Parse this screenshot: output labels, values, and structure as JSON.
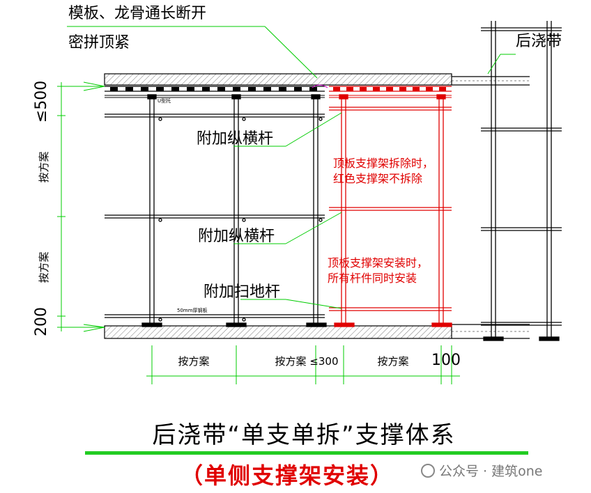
{
  "labels": {
    "formwork_line1": "模板、龙骨通长断开",
    "formwork_line2": "密拼顶紧",
    "post_pour_strip": "后浇带",
    "extra_bar_1": "附加纵横杆",
    "extra_bar_2": "附加纵横杆",
    "sweep_bar": "附加扫地杆",
    "u_support": "U型托",
    "steel_note": "50mm厚钢板"
  },
  "notes": {
    "note1_line1": "顶板支撑架拆除时，",
    "note1_line2": "红色支撑架不拆除",
    "note2_line1": "顶板支撑架安装时，",
    "note2_line2": "所有杆件同时安装"
  },
  "dims": {
    "top_gap": "≤500",
    "bay_upper": "按方案",
    "bay_lower": "按方案",
    "bottom_gap": "200",
    "span1": "按方案",
    "span2": "按方案 ≤300",
    "span3": "按方案",
    "span4": "100"
  },
  "title": "后浇带“单支单拆”支撑体系",
  "subtitle": "（单侧支撑架安装）",
  "watermark": "公众号 · 建筑one",
  "colors": {
    "ink": "#000000",
    "leader": "#00cc00",
    "red_support": "#e00000",
    "title_rule": "#22cc22"
  }
}
